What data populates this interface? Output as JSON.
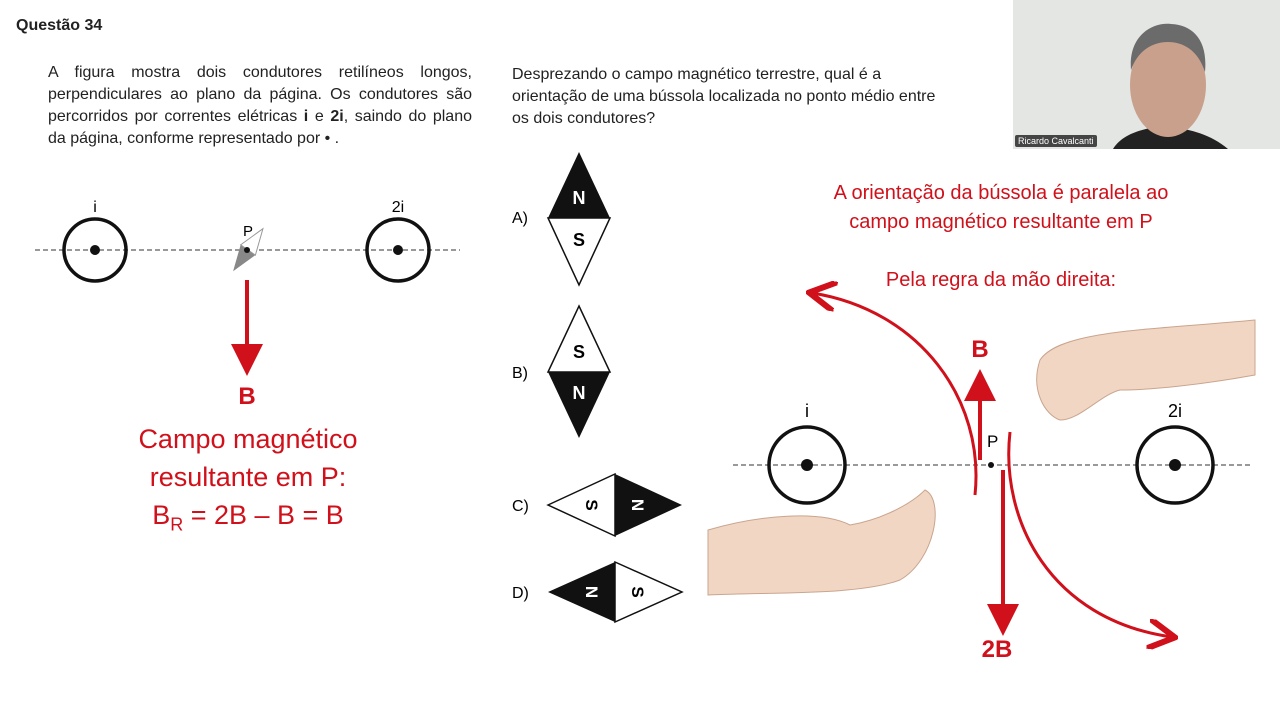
{
  "slide": {
    "title": "Questão 34",
    "paragraph_parts": [
      "A figura mostra dois condutores retilíneos longos, perpendiculares ao plano da página. Os condutores são percorridos por correntes elétricas ",
      "i",
      " e ",
      "2i",
      ", saindo do plano da página, conforme representado por • ."
    ],
    "question": "Desprezando o campo magnético terrestre, qual é a orientação de uma bússola localizada no ponto médio entre os dois condutores?",
    "left_figure": {
      "label_i": "i",
      "label_2i": "2i",
      "label_p": "P",
      "arrow_label": "B"
    },
    "result": {
      "line1": "Campo magnético",
      "line2": "resultante em P:",
      "eq_b": "B",
      "eq_sub": "R",
      "eq_rest": " = 2B – B = B"
    },
    "options": [
      {
        "label": "A)",
        "top": "N",
        "bottom": "S"
      },
      {
        "label": "B)",
        "top": "S",
        "bottom": "N"
      },
      {
        "label": "C)",
        "left": "S",
        "right": "N"
      },
      {
        "label": "D)",
        "left": "N",
        "right": "S"
      }
    ],
    "explanation": {
      "line1": "A orientação da bússola é paralela ao",
      "line2": "campo magnético resultante em P",
      "rule": "Pela regra da mão direita:"
    },
    "right_figure": {
      "label_i": "i",
      "label_2i": "2i",
      "label_p": "P",
      "up_label": "B",
      "down_label": "2B"
    },
    "colors": {
      "accent_red": "#d0101a",
      "hand": "#f2d6c4"
    }
  },
  "webcam": {
    "name": "Ricardo Cavalcanti"
  }
}
